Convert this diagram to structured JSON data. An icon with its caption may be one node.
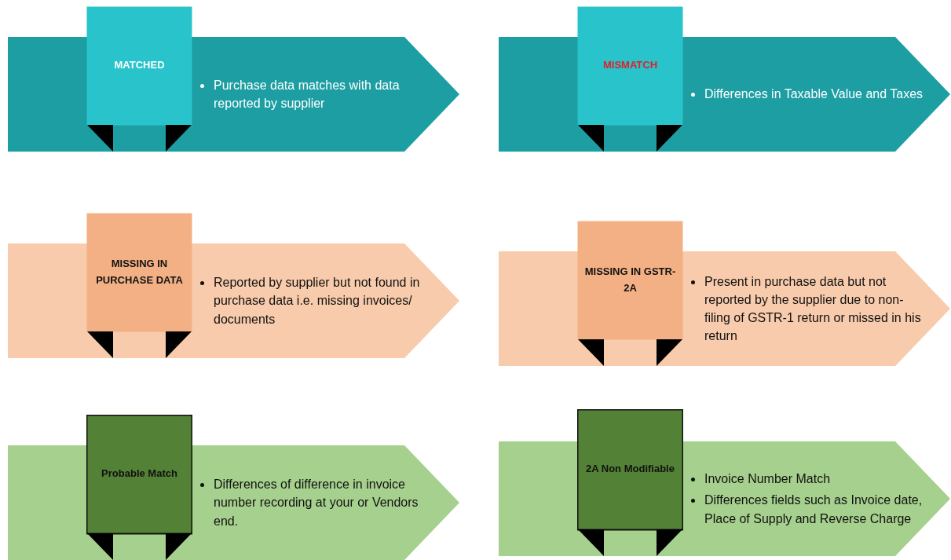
{
  "diagram": {
    "nodes": [
      {
        "text": [
          "MATCHED"
        ]
      },
      {
        "text": [
          "Purchase data matches with data reported by supplier"
        ]
      },
      {
        "text": [
          "MISMATCH"
        ]
      },
      {
        "text": [
          "Differences in Taxable Value and Taxes"
        ]
      },
      {
        "text": [
          "MISSING IN PURCHASE DATA"
        ]
      },
      {
        "text": [
          "Reported by supplier but not found in purchase data i.e. missing invoices/ documents"
        ]
      },
      {
        "text": [
          "MISSING IN GSTR-2A"
        ]
      },
      {
        "text": [
          "Present in purchase data but not reported by the supplier due to non-filing of GSTR-1 return or missed in his return"
        ]
      },
      {
        "text": [
          "Probable Match"
        ]
      },
      {
        "text": [
          "Differences of difference in invoice number recording at your or Vendors end."
        ]
      },
      {
        "text": [
          "2A Non Modifiable"
        ]
      },
      {
        "text": [
          "Invoice Number Match",
          "Differences fields such as Invoice date, Place of Supply  and Reverse Charge"
        ]
      }
    ]
  }
}
